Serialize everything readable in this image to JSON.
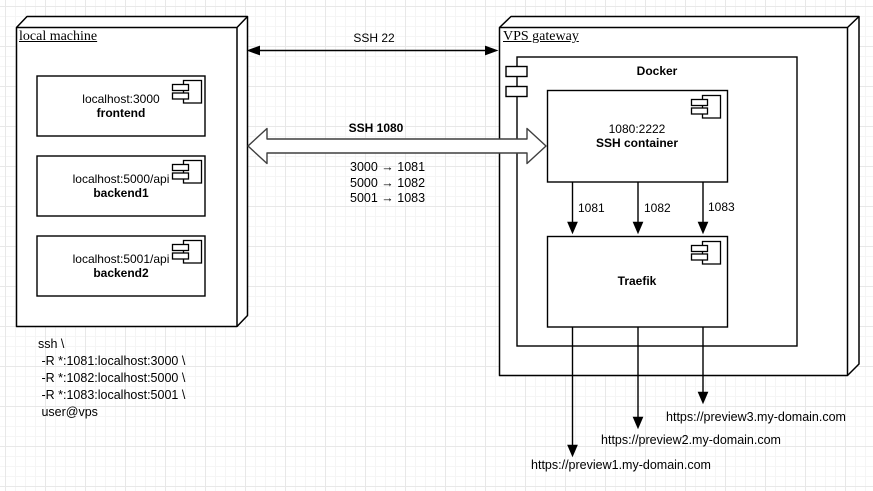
{
  "colors": {
    "stroke": "#000000",
    "fill": "#ffffff",
    "grid_major": "#e8e8e8",
    "grid_minor": "#f5f5f5"
  },
  "local_machine": {
    "title": "local machine",
    "components": [
      {
        "line1": "localhost:3000",
        "line2": "frontend"
      },
      {
        "line1": "localhost:5000/api",
        "line2": "backend1"
      },
      {
        "line1": "localhost:5001/api",
        "line2": "backend2"
      }
    ]
  },
  "vps_gateway": {
    "title": "VPS gateway",
    "docker_title": "Docker",
    "ssh_container": {
      "line1": "1080:2222",
      "line2": "SSH container"
    },
    "traefik_title": "Traefik"
  },
  "links": {
    "ssh22": "SSH 22",
    "ssh1080": "SSH 1080",
    "mappings": [
      "3000 → 1081",
      "5000 → 1082",
      "5001 → 1083"
    ],
    "ports": [
      "1081",
      "1082",
      "1083"
    ],
    "urls": [
      "https://preview1.my-domain.com",
      "https://preview2.my-domain.com",
      "https://preview3.my-domain.com"
    ]
  },
  "ssh_command": {
    "lines": [
      "ssh \\",
      " -R *:1081:localhost:3000 \\",
      " -R *:1082:localhost:5000 \\",
      " -R *:1083:localhost:5001 \\",
      " user@vps"
    ]
  }
}
